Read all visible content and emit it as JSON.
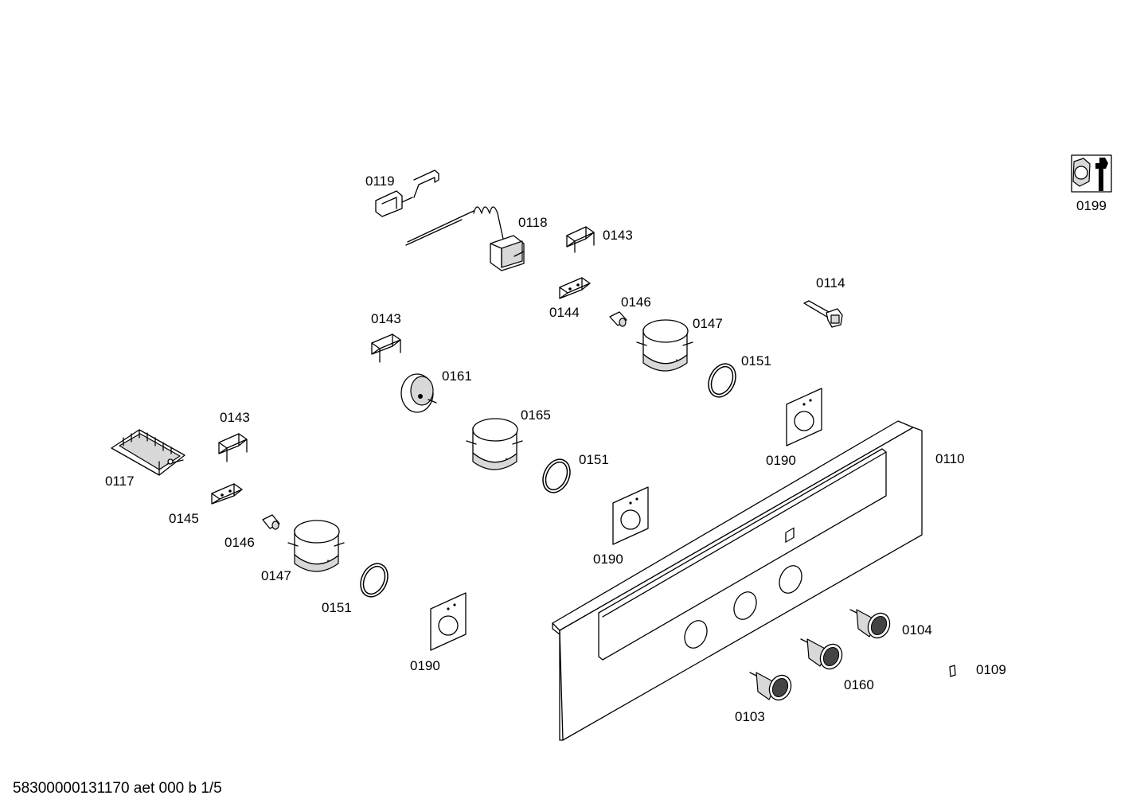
{
  "footer": {
    "doc_id": "58300000131170 aet 000 b 1/5"
  },
  "service_icon": {
    "icon": "wrench-nut-icon",
    "label": "0199"
  },
  "labels": {
    "p0119": "0119",
    "p0118": "0118",
    "p0143a": "0143",
    "p0114": "0114",
    "p0144": "0144",
    "p0146a": "0146",
    "p0147a": "0147",
    "p0143b": "0143",
    "p0151a": "0151",
    "p0161": "0161",
    "p0165": "0165",
    "p0190a": "0190",
    "p0110": "0110",
    "p0143c": "0143",
    "p0117": "0117",
    "p0151b": "0151",
    "p0145": "0145",
    "p0190b": "0190",
    "p0146b": "0146",
    "p0147b": "0147",
    "p0151c": "0151",
    "p0190c": "0190",
    "p0104": "0104",
    "p0109": "0109",
    "p0160": "0160",
    "p0103": "0103"
  }
}
